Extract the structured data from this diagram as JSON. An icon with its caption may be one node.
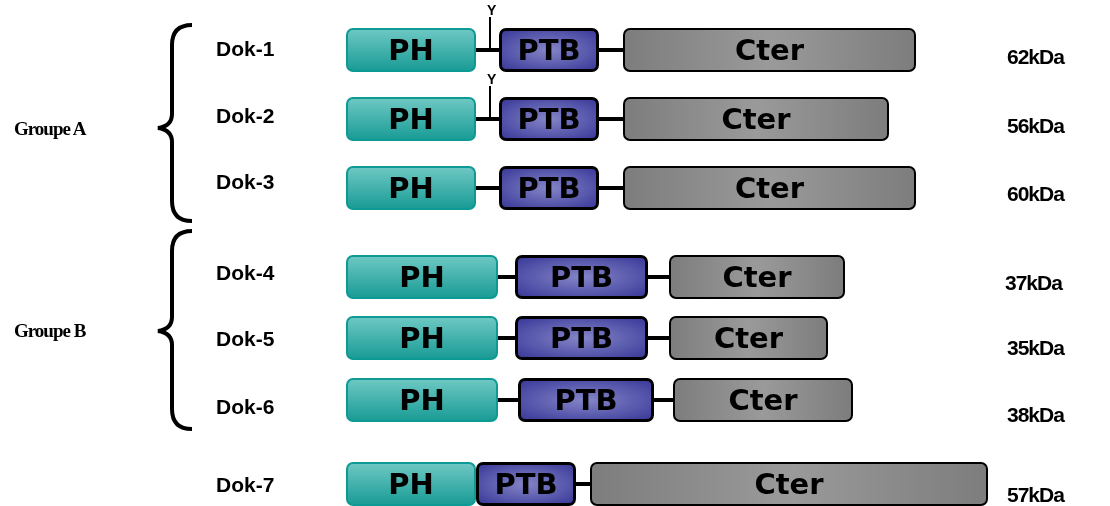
{
  "diagram": {
    "nodes": [
      {
        "text": [
          "PH"
        ]
      },
      {
        "text": [
          "PTB"
        ]
      },
      {
        "text": [
          "Cter"
        ]
      },
      {
        "text": [
          "PH"
        ]
      },
      {
        "text": [
          "PTB"
        ]
      },
      {
        "text": [
          "Cter"
        ]
      },
      {
        "text": [
          "PH"
        ]
      },
      {
        "text": [
          "PTB"
        ]
      },
      {
        "text": [
          "Cter"
        ]
      },
      {
        "text": [
          "PH"
        ]
      },
      {
        "text": [
          "PTB"
        ]
      },
      {
        "text": [
          "Cter"
        ]
      },
      {
        "text": [
          "PH"
        ]
      },
      {
        "text": [
          "PTB"
        ]
      },
      {
        "text": [
          "Cter"
        ]
      },
      {
        "text": [
          "PH"
        ]
      },
      {
        "text": [
          "PTB"
        ]
      },
      {
        "text": [
          "Cter"
        ]
      },
      {
        "text": [
          "PH"
        ]
      },
      {
        "text": [
          "PTB"
        ]
      },
      {
        "text": [
          "Cter"
        ]
      }
    ],
    "edges": [
      {
        "from": 0,
        "to": 1,
        "arrow": "none"
      },
      {
        "from": 1,
        "to": 2,
        "arrow": "none"
      },
      {
        "from": 3,
        "to": 4,
        "arrow": "none"
      },
      {
        "from": 4,
        "to": 5,
        "arrow": "none"
      },
      {
        "from": 6,
        "to": 7,
        "arrow": "none"
      },
      {
        "from": 7,
        "to": 8,
        "arrow": "none"
      },
      {
        "from": 9,
        "to": 10,
        "arrow": "none"
      },
      {
        "from": 10,
        "to": 11,
        "arrow": "none"
      },
      {
        "from": 12,
        "to": 13,
        "arrow": "none"
      },
      {
        "from": 13,
        "to": 14,
        "arrow": "none"
      },
      {
        "from": 15,
        "to": 16,
        "arrow": "none"
      },
      {
        "from": 16,
        "to": 17,
        "arrow": "none"
      },
      {
        "from": 19,
        "to": 20,
        "arrow": "none"
      }
    ],
    "labels": [
      "Y",
      "Dok-1",
      "62kDa",
      "Y",
      "Groupe A",
      "Dok-2",
      "56kDa",
      "Dok-3",
      "60kDa",
      "Dok-4",
      "37kDa",
      "Groupe B",
      "Dok-5",
      "35kDa",
      "Dok-6",
      "38kDa",
      "Dok-7",
      "57kDa"
    ]
  }
}
